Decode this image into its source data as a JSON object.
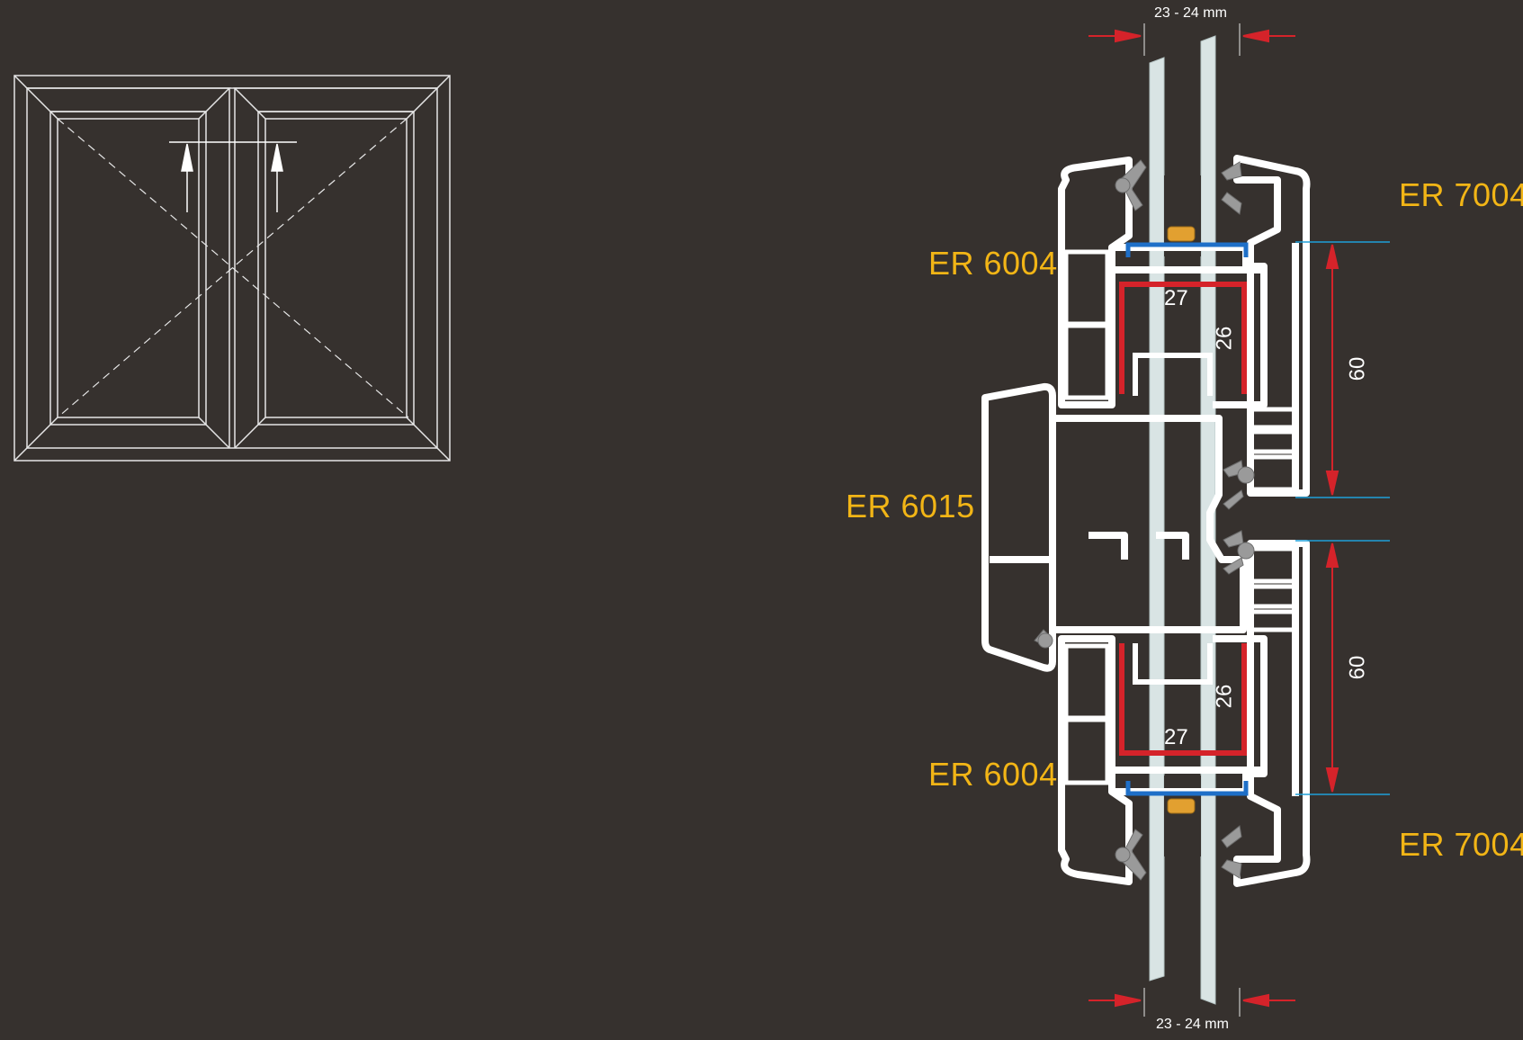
{
  "labels": {
    "er7004_top": "ER 7004",
    "er6004_top": "ER 6004",
    "er6015": "ER 6015",
    "er6004_bottom": "ER 6004",
    "er7004_bottom": "ER 7004"
  },
  "dimensions": {
    "glass_top": "23 - 24 mm",
    "glass_bottom": "23 - 24 mm",
    "sash_height_top": "60",
    "sash_height_bottom": "60",
    "reinforcement_width_top": "27",
    "reinforcement_depth_top": "26",
    "reinforcement_width_bottom": "27",
    "reinforcement_depth_bottom": "26"
  },
  "colors": {
    "background": "#36312e",
    "label": "#f2b516",
    "profile": "#ffffff",
    "reinforcement": "#d5232a",
    "dimension_arrow": "#d5232a",
    "dimension_line": "#1e9fd8",
    "glass": "#d9e4e4",
    "gasket": "#9a9a9a",
    "spacer": "#1e6fc8",
    "block": "#e2a030"
  }
}
